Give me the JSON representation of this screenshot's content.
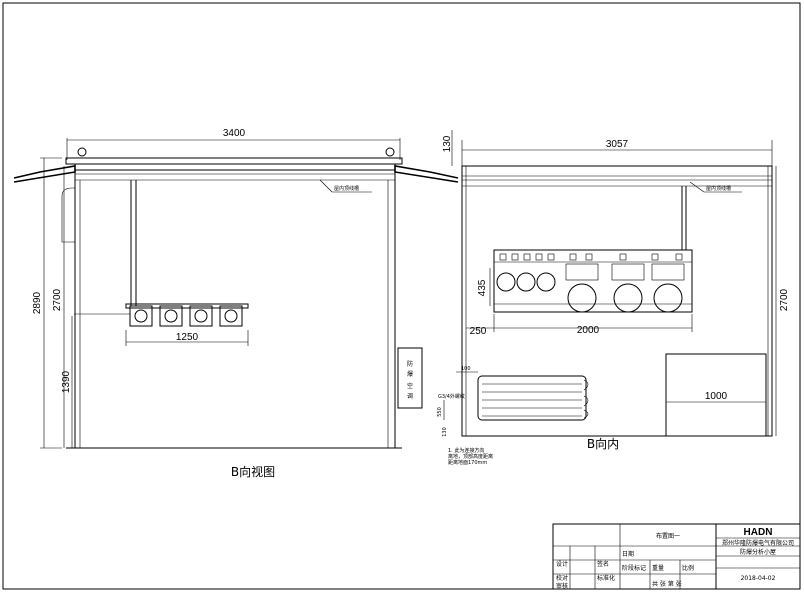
{
  "dimensions": {
    "b_view_width": "3400",
    "b_view_top": "130",
    "b_view_height_total": "2890",
    "b_view_height_wall": "2700",
    "b_view_box_height": "1390",
    "b_view_box_width": "1250",
    "b_inner_width": "3057",
    "b_inner_height": "2700",
    "b_inner_rack_height": "435",
    "b_inner_offset": "250",
    "b_inner_rack_width": "2000",
    "b_inner_panel_width": "1000",
    "ac_dim_100": "100",
    "ac_dim_550": "550",
    "ac_dim_130": "130"
  },
  "labels": {
    "wire_trough_left": "屋内顶线槽",
    "wire_trough_right": "屋内顶线槽",
    "explosion_ac": [
      "防",
      "爆",
      "空",
      "调"
    ],
    "b_view_title": "B向视图",
    "b_inner_title": "B向内",
    "pipe_note": "G3/4外螺纹",
    "pipe_note_small_1": "1. 此为连接方向",
    "pipe_note_small_2": "离地，顶部高度距离",
    "pipe_note_small_3": "距离地面170mm"
  },
  "title_block": {
    "logo": "HADN",
    "company": "郑州华隆防爆电气有限公司",
    "drawing_name": "布置图一",
    "product_name": "防爆分析小屋",
    "date": "2018-04-02",
    "row_labels": [
      "设计",
      "校对",
      "审核"
    ],
    "sign_label": "签名",
    "date_label": "日期",
    "standard_label": "标准化",
    "stage_label": "阶段标记",
    "weight_label": "重量",
    "scale_label": "比例",
    "sheet_label": "共 张 第 张"
  }
}
